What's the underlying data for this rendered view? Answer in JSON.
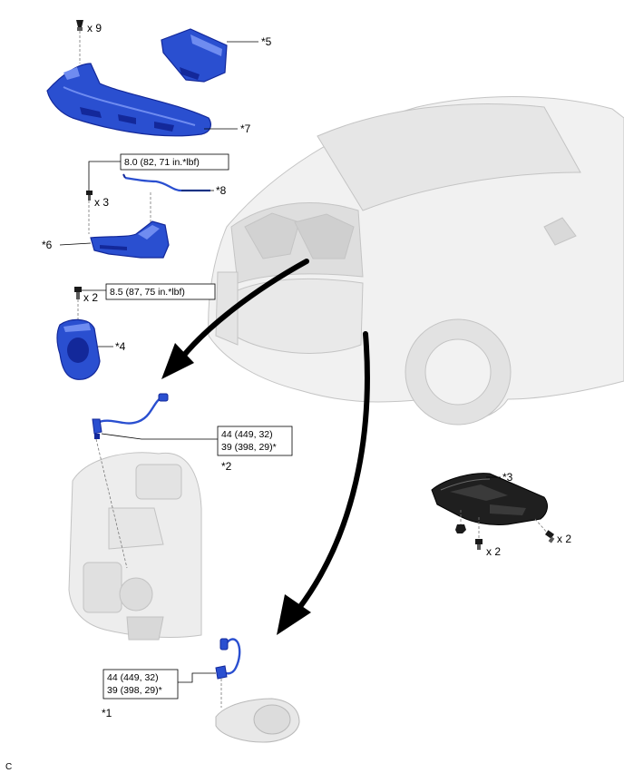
{
  "diagram": {
    "figure_code": "C",
    "parts": [
      {
        "id": "1",
        "label": "*1"
      },
      {
        "id": "2",
        "label": "*2"
      },
      {
        "id": "3",
        "label": "*3"
      },
      {
        "id": "4",
        "label": "*4"
      },
      {
        "id": "5",
        "label": "*5"
      },
      {
        "id": "6",
        "label": "*6"
      },
      {
        "id": "7",
        "label": "*7"
      },
      {
        "id": "8",
        "label": "*8"
      }
    ],
    "quantities": {
      "top_clips": "x 9",
      "cowl_bolts": "x 3",
      "bracket_bolts": "x 2",
      "under_cover_bolts": "x 2",
      "under_cover_nuts": "x 2"
    },
    "torque": {
      "cowl_bolt": "8.0 (82, 71 in.*lbf)",
      "bracket_bolt": "8.5 (87, 75 in.*lbf)",
      "sensor_upper_line1": "44 (449, 32)",
      "sensor_upper_line2": "39 (398, 29)*",
      "sensor_lower_line1": "44 (449, 32)",
      "sensor_lower_line2": "39 (398, 29)*"
    },
    "colors": {
      "part_blue": "#2a4fd0",
      "part_blue_dark": "#13289a",
      "part_blue_light": "#6f8cf0",
      "ghost_gray": "#dcdcdc",
      "line_gray": "#9a9a9a",
      "under_cover": "#1f1f1f"
    }
  }
}
